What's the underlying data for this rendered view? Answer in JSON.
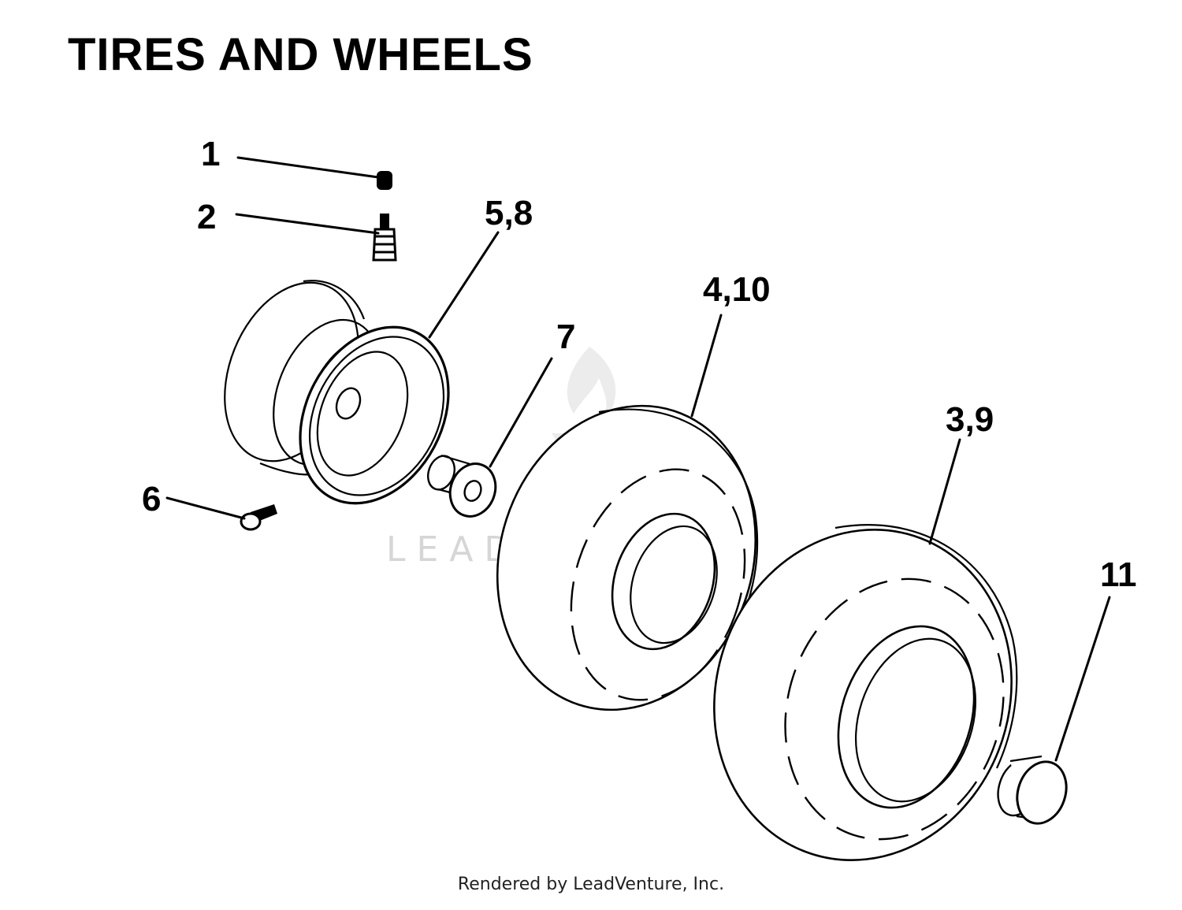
{
  "title": "TIRES AND WHEELS",
  "callouts": {
    "c1": "1",
    "c2": "2",
    "c58": "5,8",
    "c410": "4,10",
    "c7": "7",
    "c39": "3,9",
    "c6": "6",
    "c11": "11"
  },
  "watermark": "LEADVENTURE",
  "footer": "Rendered by LeadVenture, Inc.",
  "colors": {
    "line": "#000000",
    "watermark": "#d6d6d6",
    "background": "#ffffff"
  }
}
